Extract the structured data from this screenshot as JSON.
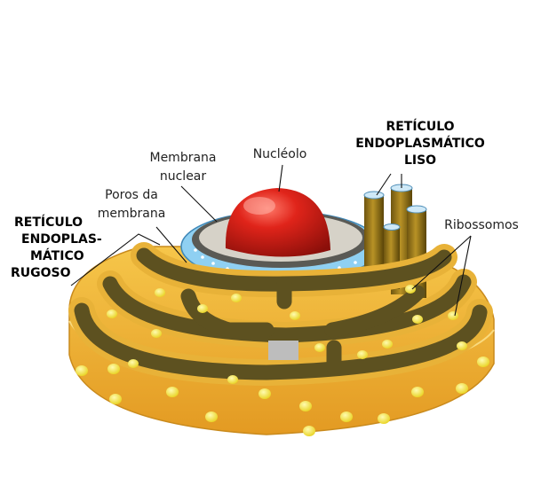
{
  "labels": {
    "reticulo_liso": [
      "RETÍCULO",
      "ENDOPLASMÁTICO",
      "LISO"
    ],
    "nucleolo": "Nucléolo",
    "membrana_nuclear": [
      "Membrana",
      "nuclear"
    ],
    "poros": [
      "Poros da",
      "membrana"
    ],
    "ribossomos": "Ribossomos",
    "reticulo_rugoso": [
      "RETÍCULO",
      "ENDOPLAS-",
      "MÁTICO",
      "RUGOSO"
    ]
  },
  "colors": {
    "er_yellow": "#f3c33f",
    "er_edge": "#d89a1e",
    "er_channel": "#5e5320",
    "ribosome": "#f7ec3a",
    "nucleolus": "#d11f17",
    "nuclear_membrane": "#7fc6ec",
    "smooth_er": "#9b7a16"
  },
  "icons": [
    "nucleolus-sphere",
    "nuclear-envelope",
    "smooth-er-tubes",
    "rough-er-cisternae",
    "ribosome-dot"
  ]
}
